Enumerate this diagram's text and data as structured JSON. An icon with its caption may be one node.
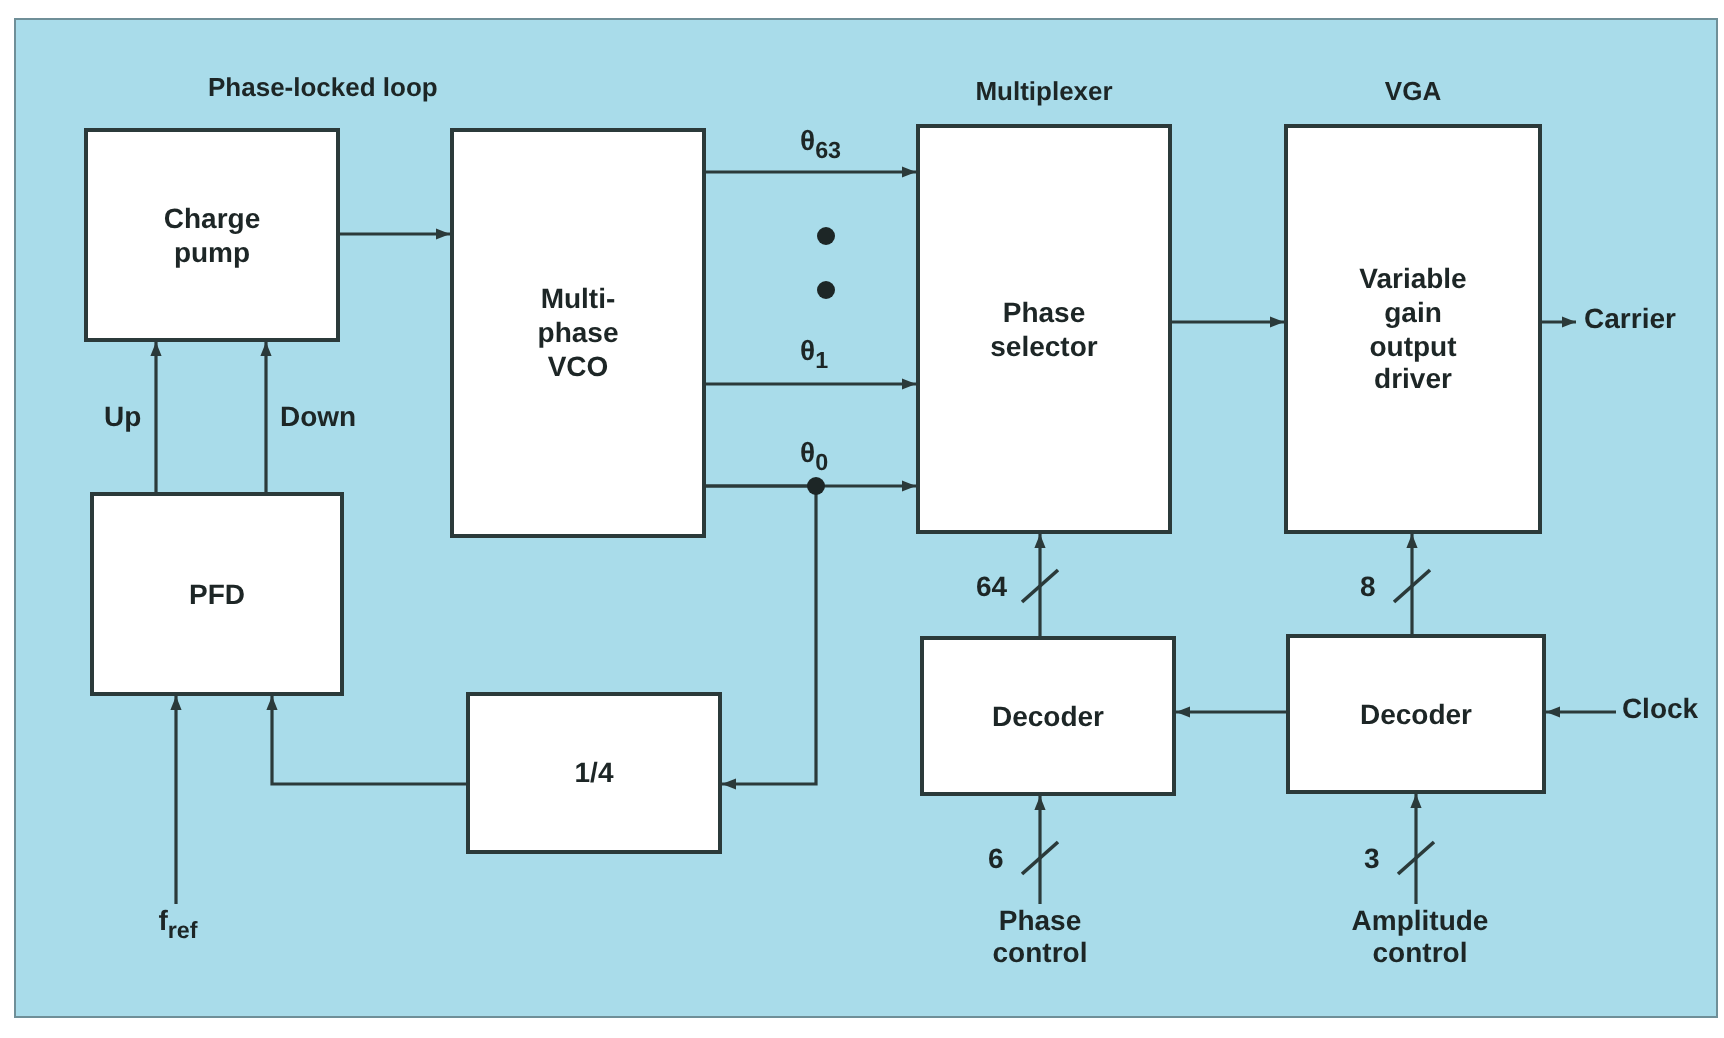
{
  "diagram": {
    "nodes": [
      {
        "text": [
          "Charge pump"
        ]
      },
      {
        "text": [
          "Multi- phase VCO"
        ]
      },
      {
        "text": [
          "Multiplexer",
          "Phase selector"
        ]
      },
      {
        "text": [
          "VGA",
          "Variable gain output driver"
        ]
      },
      {
        "text": [
          "PFD"
        ]
      },
      {
        "text": [
          "1/4"
        ]
      },
      {
        "text": [
          "Decoder"
        ]
      },
      {
        "text": [
          "Decoder"
        ]
      },
      {
        "text": [
          "f$_{ref}$"
        ]
      },
      {
        "text": [
          "Carrier"
        ]
      },
      {
        "text": [
          "Clock"
        ]
      },
      {
        "text": [
          "Phase control"
        ]
      },
      {
        "text": [
          "Amplitude control"
        ]
      }
    ],
    "edges": [
      {
        "from": 0,
        "to": 1,
        "arrow": "to"
      },
      {
        "from": 4,
        "to": 0,
        "arrow": "to",
        "label": "Up"
      },
      {
        "from": 4,
        "to": 0,
        "arrow": "to",
        "label": "Down"
      },
      {
        "from": 1,
        "to": 2,
        "arrow": "to",
        "label": "θ$_{63}$"
      },
      {
        "from": 1,
        "to": 2,
        "arrow": "to",
        "label": "θ$_{1}$"
      },
      {
        "from": 1,
        "to": 2,
        "arrow": "to",
        "label": "θ$_{0}$"
      },
      {
        "from": 1,
        "to": 5,
        "arrow": "to"
      },
      {
        "from": 5,
        "to": 4,
        "arrow": "to"
      },
      {
        "from": 8,
        "to": 4,
        "arrow": "to"
      },
      {
        "from": 2,
        "to": 3,
        "arrow": "to"
      },
      {
        "from": 3,
        "to": 9,
        "arrow": "to"
      },
      {
        "from": 10,
        "to": 7,
        "arrow": "to"
      },
      {
        "from": 7,
        "to": 6,
        "arrow": "to"
      },
      {
        "from": 6,
        "to": 2,
        "arrow": "to",
        "label": "64"
      },
      {
        "from": 7,
        "to": 3,
        "arrow": "to",
        "label": "8"
      },
      {
        "from": 11,
        "to": 6,
        "arrow": "to",
        "label": "6"
      },
      {
        "from": 12,
        "to": 7,
        "arrow": "to",
        "label": "3"
      }
    ],
    "labels": [
      "Phase-locked loop"
    ]
  }
}
